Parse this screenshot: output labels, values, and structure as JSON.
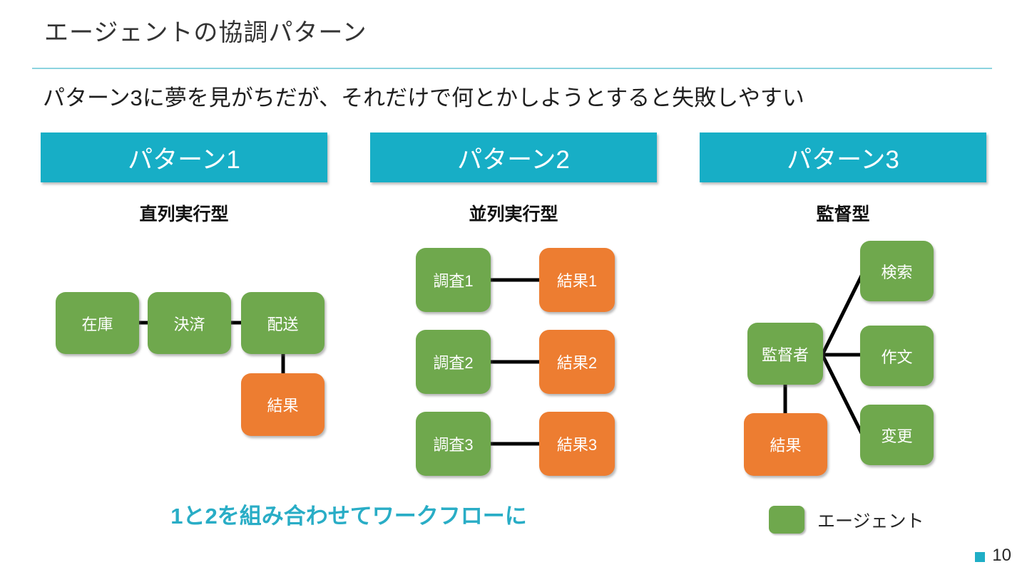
{
  "slide": {
    "title": "エージェントの協調パターン",
    "subtitle": "パターン3に夢を見がちだが、それだけで何とかしようとすると失敗しやすい",
    "footer_note": "1と2を組み合わせてワークフローに",
    "page_number": "10"
  },
  "colors": {
    "accent_cyan": "#17AEC6",
    "agent_green": "#6FA84D",
    "result_orange": "#ED7D31",
    "divider_cyan": "#8CD3DF",
    "note_cyan": "#29ADC6",
    "connector_black": "#000000"
  },
  "patterns": [
    {
      "header": "パターン1",
      "type_label": "直列実行型",
      "nodes": [
        {
          "label": "在庫",
          "kind": "agent"
        },
        {
          "label": "決済",
          "kind": "agent"
        },
        {
          "label": "配送",
          "kind": "agent"
        },
        {
          "label": "結果",
          "kind": "result"
        }
      ]
    },
    {
      "header": "パターン2",
      "type_label": "並列実行型",
      "nodes": [
        {
          "label": "調査1",
          "kind": "agent"
        },
        {
          "label": "結果1",
          "kind": "result"
        },
        {
          "label": "調査2",
          "kind": "agent"
        },
        {
          "label": "結果2",
          "kind": "result"
        },
        {
          "label": "調査3",
          "kind": "agent"
        },
        {
          "label": "結果3",
          "kind": "result"
        }
      ]
    },
    {
      "header": "パターン3",
      "type_label": "監督型",
      "nodes": [
        {
          "label": "監督者",
          "kind": "agent"
        },
        {
          "label": "検索",
          "kind": "agent"
        },
        {
          "label": "作文",
          "kind": "agent"
        },
        {
          "label": "変更",
          "kind": "agent"
        },
        {
          "label": "結果",
          "kind": "result"
        }
      ]
    }
  ],
  "legend": {
    "label": "エージェント",
    "swatch_color": "#6FA84D"
  }
}
